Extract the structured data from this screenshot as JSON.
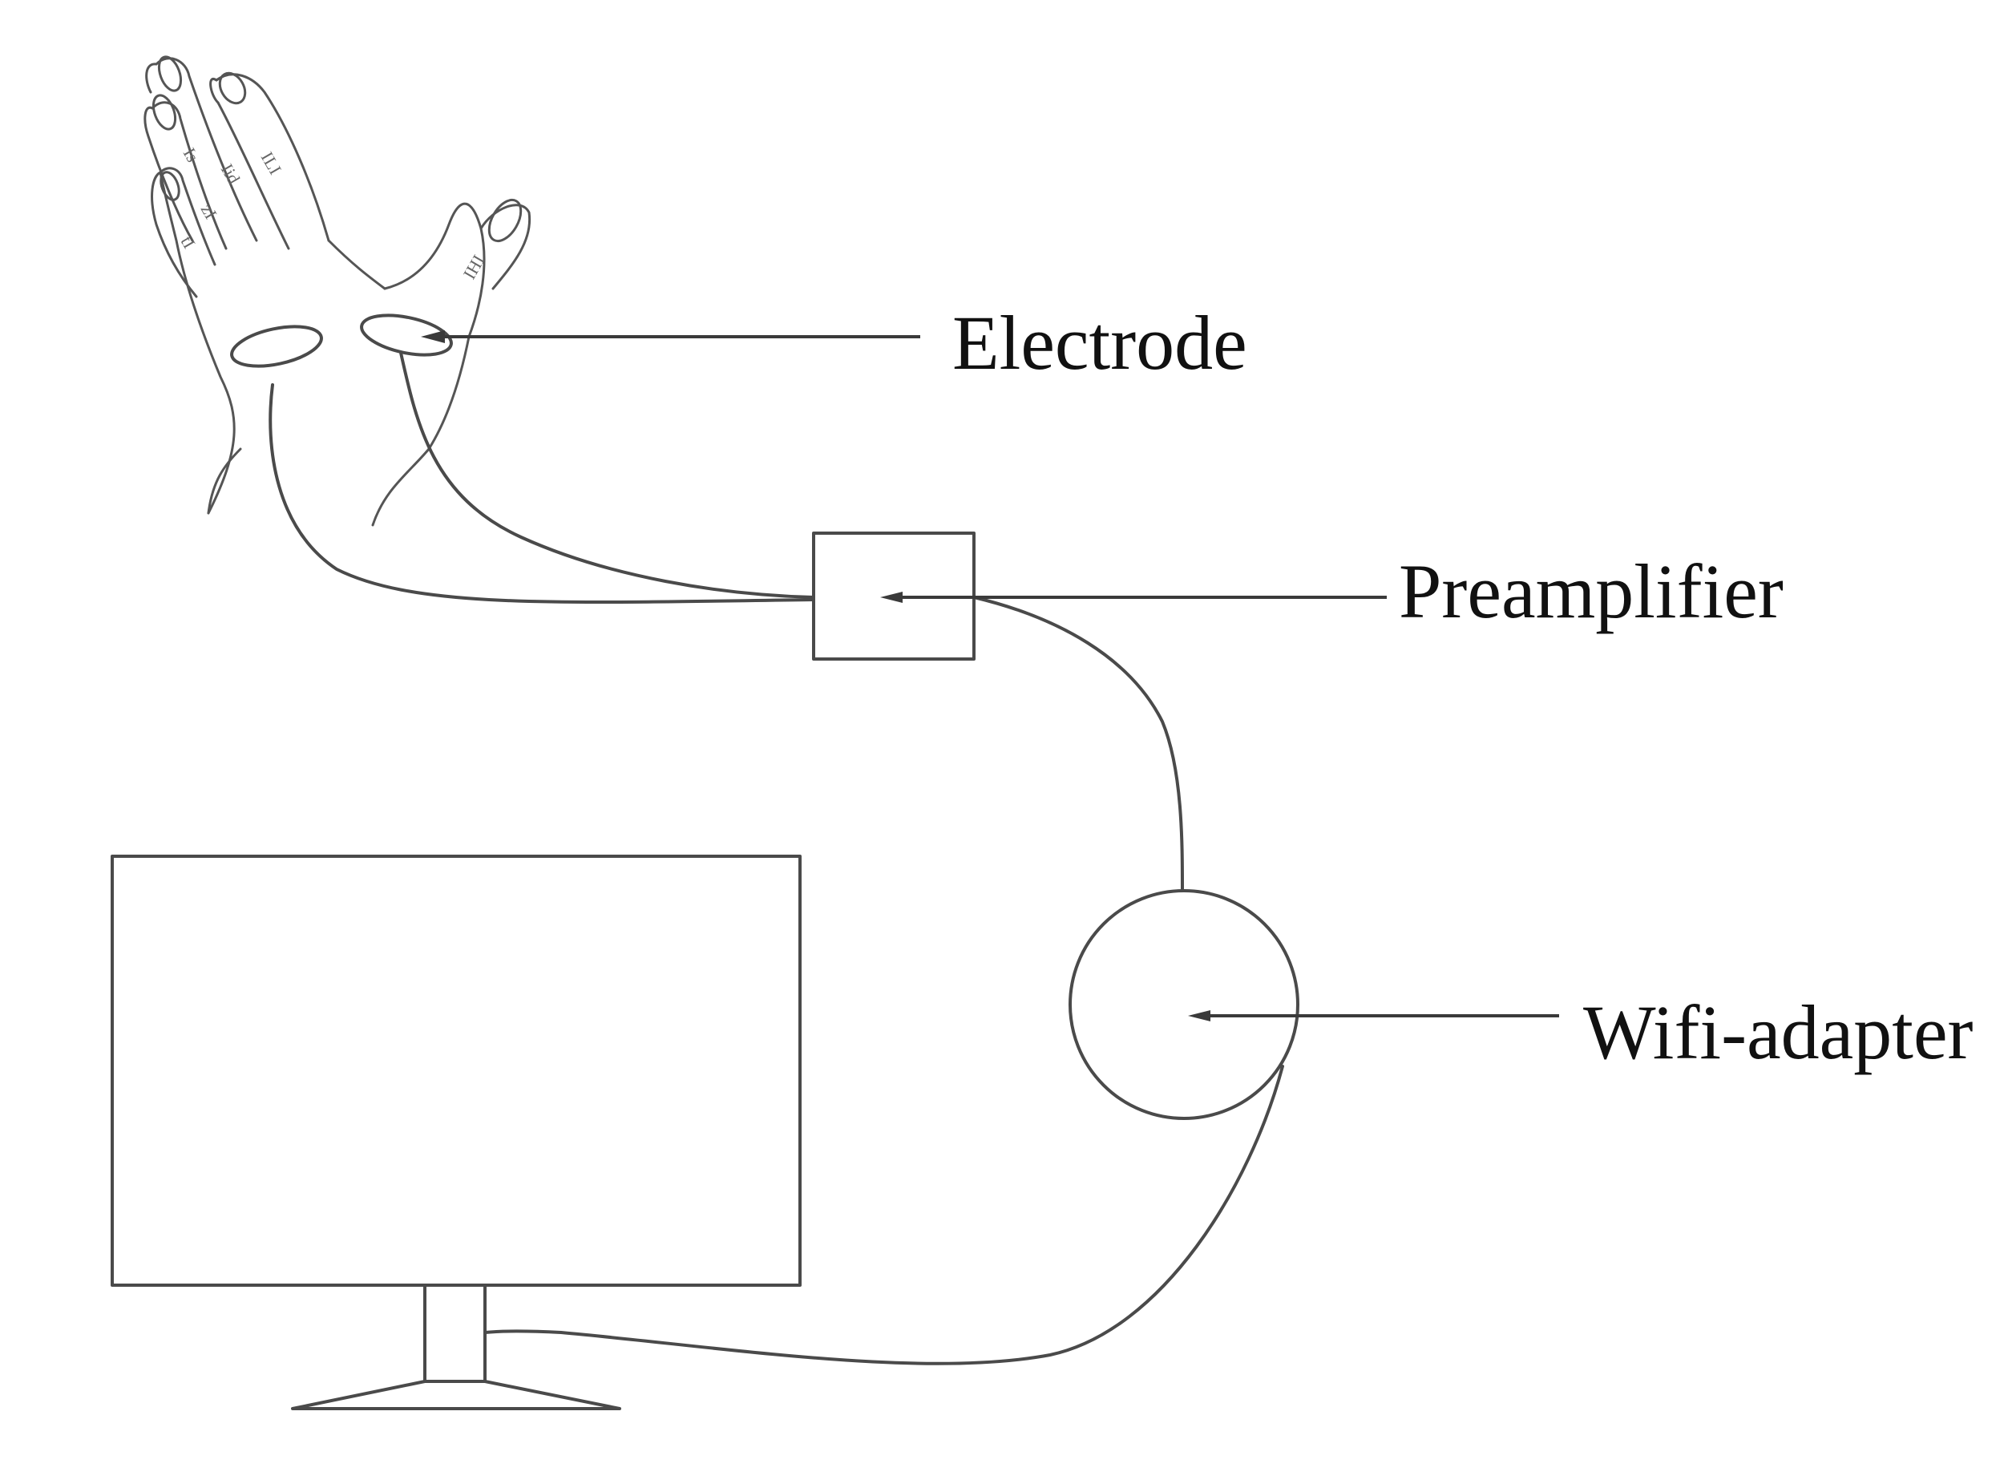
{
  "labels": {
    "electrode": "Electrode",
    "preamplifier": "Preamplifier",
    "wifi_adapter": "Wifi-adapter"
  },
  "colors": {
    "line": "#4a4a4a",
    "text": "#111111",
    "background": "#ffffff"
  }
}
